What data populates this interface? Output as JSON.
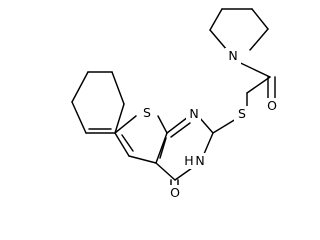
{
  "molecule": {
    "atoms": {
      "s_ring": "S",
      "n_ring": "N",
      "nh_ring": "H",
      "n_nh": "N",
      "o_carbonyl_ring": "O",
      "s_thioether": "S",
      "o_amide": "O",
      "n_piperidine": "N"
    },
    "colors": {
      "bond": "#000000",
      "label": "#000000",
      "background": "#ffffff"
    }
  }
}
